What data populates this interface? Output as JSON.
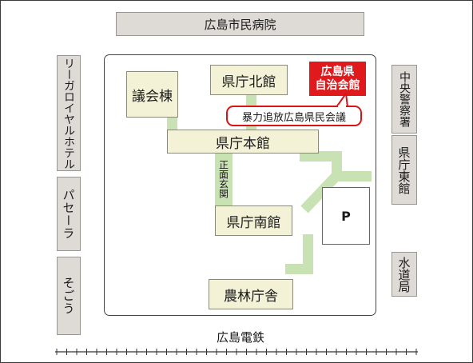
{
  "hospital": "広島市民病院",
  "outside_left": [
    "リーガロイヤルホテル",
    "パセーラ",
    "そごう"
  ],
  "outside_right": [
    "中央警察署",
    "県庁東館",
    "水道局"
  ],
  "buildings": {
    "gikaito": "議会棟",
    "kitakan": "県庁北館",
    "honkan": "県庁本館",
    "shomen": "正面玄関",
    "minamikan": "県庁南館",
    "norin": "農林庁舎"
  },
  "parking": "P",
  "jichikaikan": [
    "広島県",
    "自治会館"
  ],
  "callout": "暴力追放広島県民会議",
  "railway": "広島電鉄",
  "colors": {
    "building": "#f3f1d6",
    "outside_building": "#dedbd7",
    "path": "#c9e2b4",
    "highlight": "#e0191c"
  }
}
